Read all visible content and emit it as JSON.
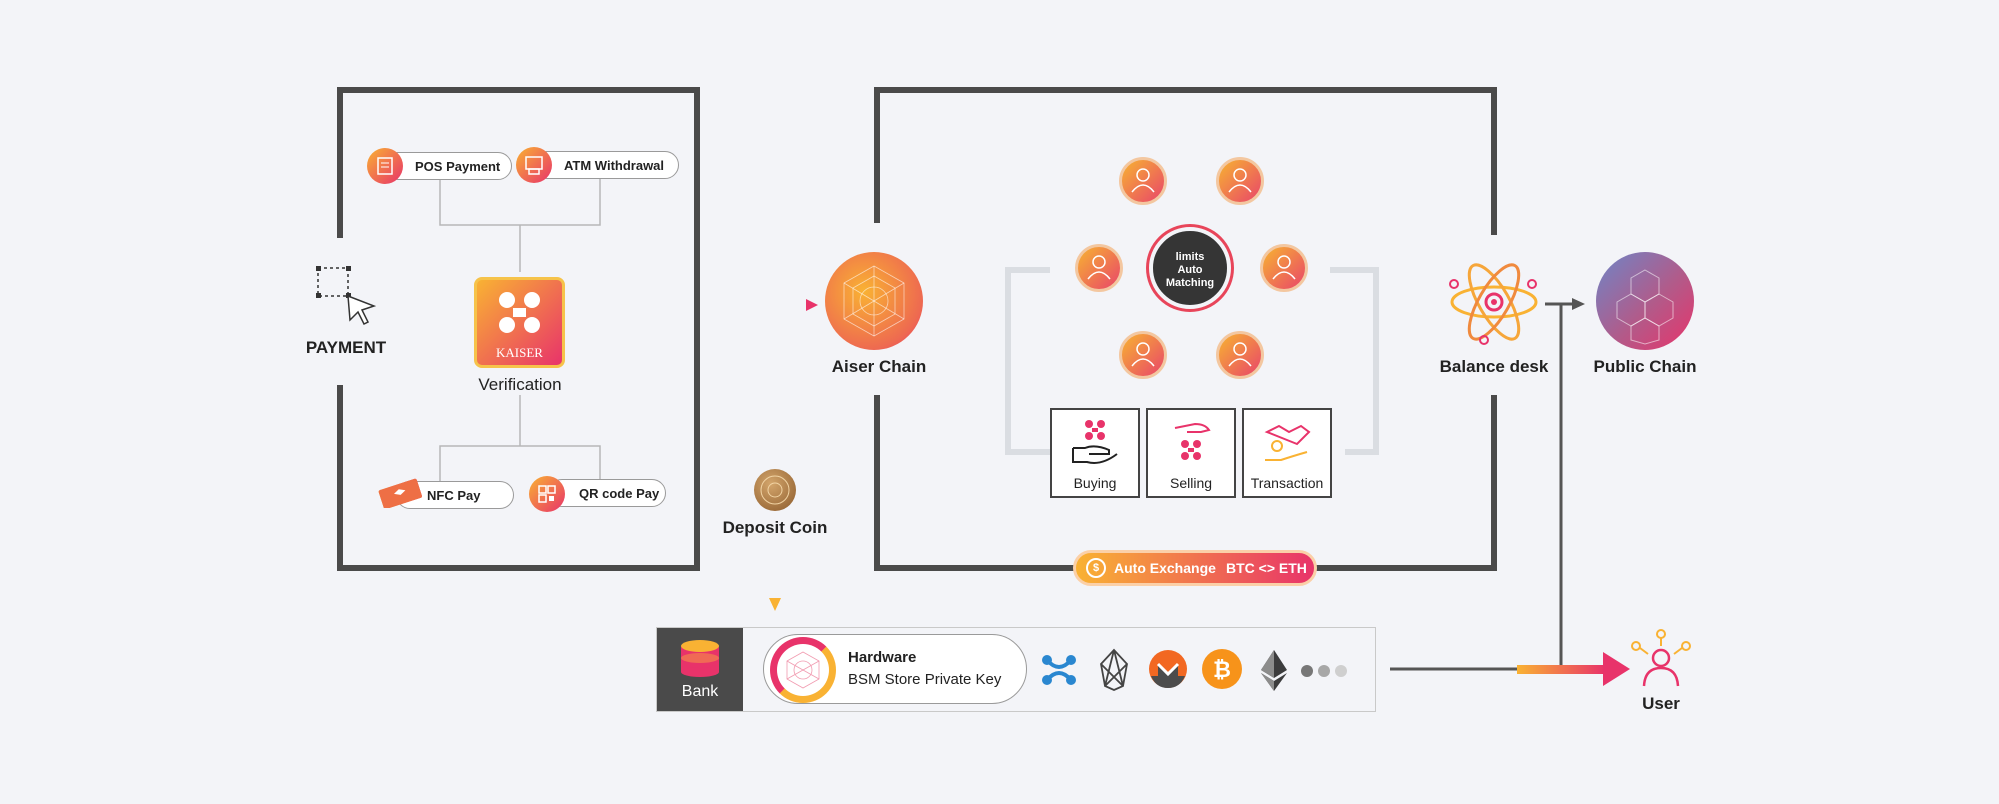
{
  "payment_label": "PAYMENT",
  "left_box": {
    "pos_payment": "POS Payment",
    "atm_withdrawal": "ATM Withdrawal",
    "kaiser_logo_text": "KAISER",
    "verification": "Verification",
    "nfc_pay": "NFC Pay",
    "qr_code_pay": "QR code Pay"
  },
  "aiser_chain": "Aiser Chain",
  "deposit_coin": "Deposit Coin",
  "matching": {
    "center_line1": "limits",
    "center_line2": "Auto",
    "center_line3": "Matching",
    "buying": "Buying",
    "selling": "Selling",
    "transaction": "Transaction"
  },
  "auto_exchange": {
    "label": "Auto Exchange",
    "pair": "BTC <> ETH"
  },
  "balance_desk": "Balance desk",
  "public_chain": "Public Chain",
  "bottom_bar": {
    "bank": "Bank",
    "hardware_title": "Hardware",
    "hardware_sub": "BSM Store Private Key",
    "coins": [
      "ripple-icon",
      "eos-icon",
      "monero-icon",
      "bitcoin-icon",
      "ethereum-icon"
    ]
  },
  "user": "User",
  "colors": {
    "accent_orange": "#f9b233",
    "accent_red": "#e8336a",
    "frame_dark": "#4a4a4a",
    "background": "#f3f4f8"
  }
}
